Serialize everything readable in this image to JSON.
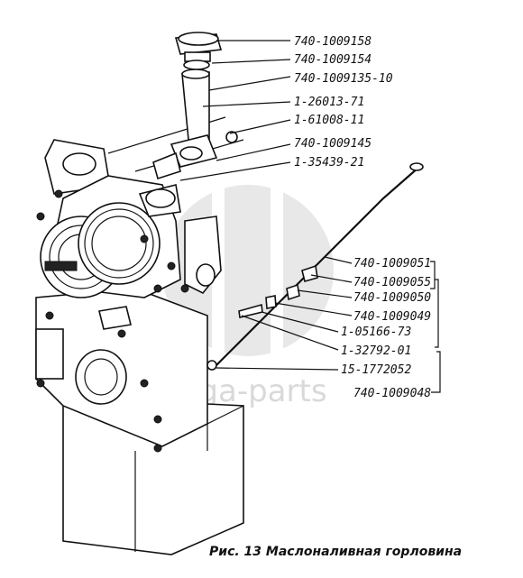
{
  "parts": [
    "740-1009158",
    "740-1009154",
    "740-1009135-10",
    "1-26013-71",
    "1-61008-11",
    "740-1009145",
    "1-35439-21",
    "740-1009051",
    "740-1009055",
    "740-1009050",
    "740-1009049",
    "1-05166-73",
    "1-32792-01",
    "15-1772052",
    "740-1009048"
  ],
  "caption": "Рис. 13 Маслоналивная горловина",
  "watermark": "gaga-parts"
}
